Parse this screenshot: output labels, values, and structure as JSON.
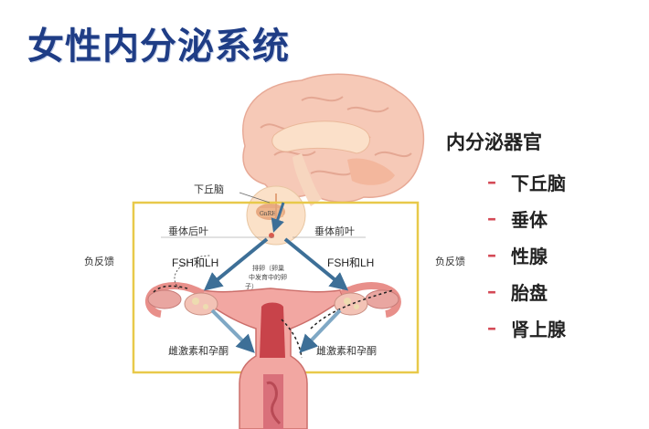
{
  "title": "女性内分泌系统",
  "organs": {
    "heading": "内分泌器官",
    "items": [
      "下丘脑",
      "垂体",
      "性腺",
      "胎盘",
      "肾上腺"
    ]
  },
  "labels": {
    "hypothalamus": "下丘脑",
    "gnrh": "GnRH",
    "posterior_pituitary": "垂体后叶",
    "anterior_pituitary": "垂体前叶",
    "fsh_lh_left": "FSH和LH",
    "fsh_lh_right": "FSH和LH",
    "negative_feedback_left": "负反馈",
    "negative_feedback_right": "负反馈",
    "ovulation_line1": "排卵（卵巢",
    "ovulation_line2": "中发育中的卵",
    "ovulation_line3": "子）",
    "hormones_left": "雌激素和孕酮",
    "hormones_right": "雌激素和孕酮"
  },
  "colors": {
    "title": "#1f3d86",
    "frame": "#e8c94a",
    "arrow": "#3d6f97",
    "dash": "#d44a56"
  }
}
